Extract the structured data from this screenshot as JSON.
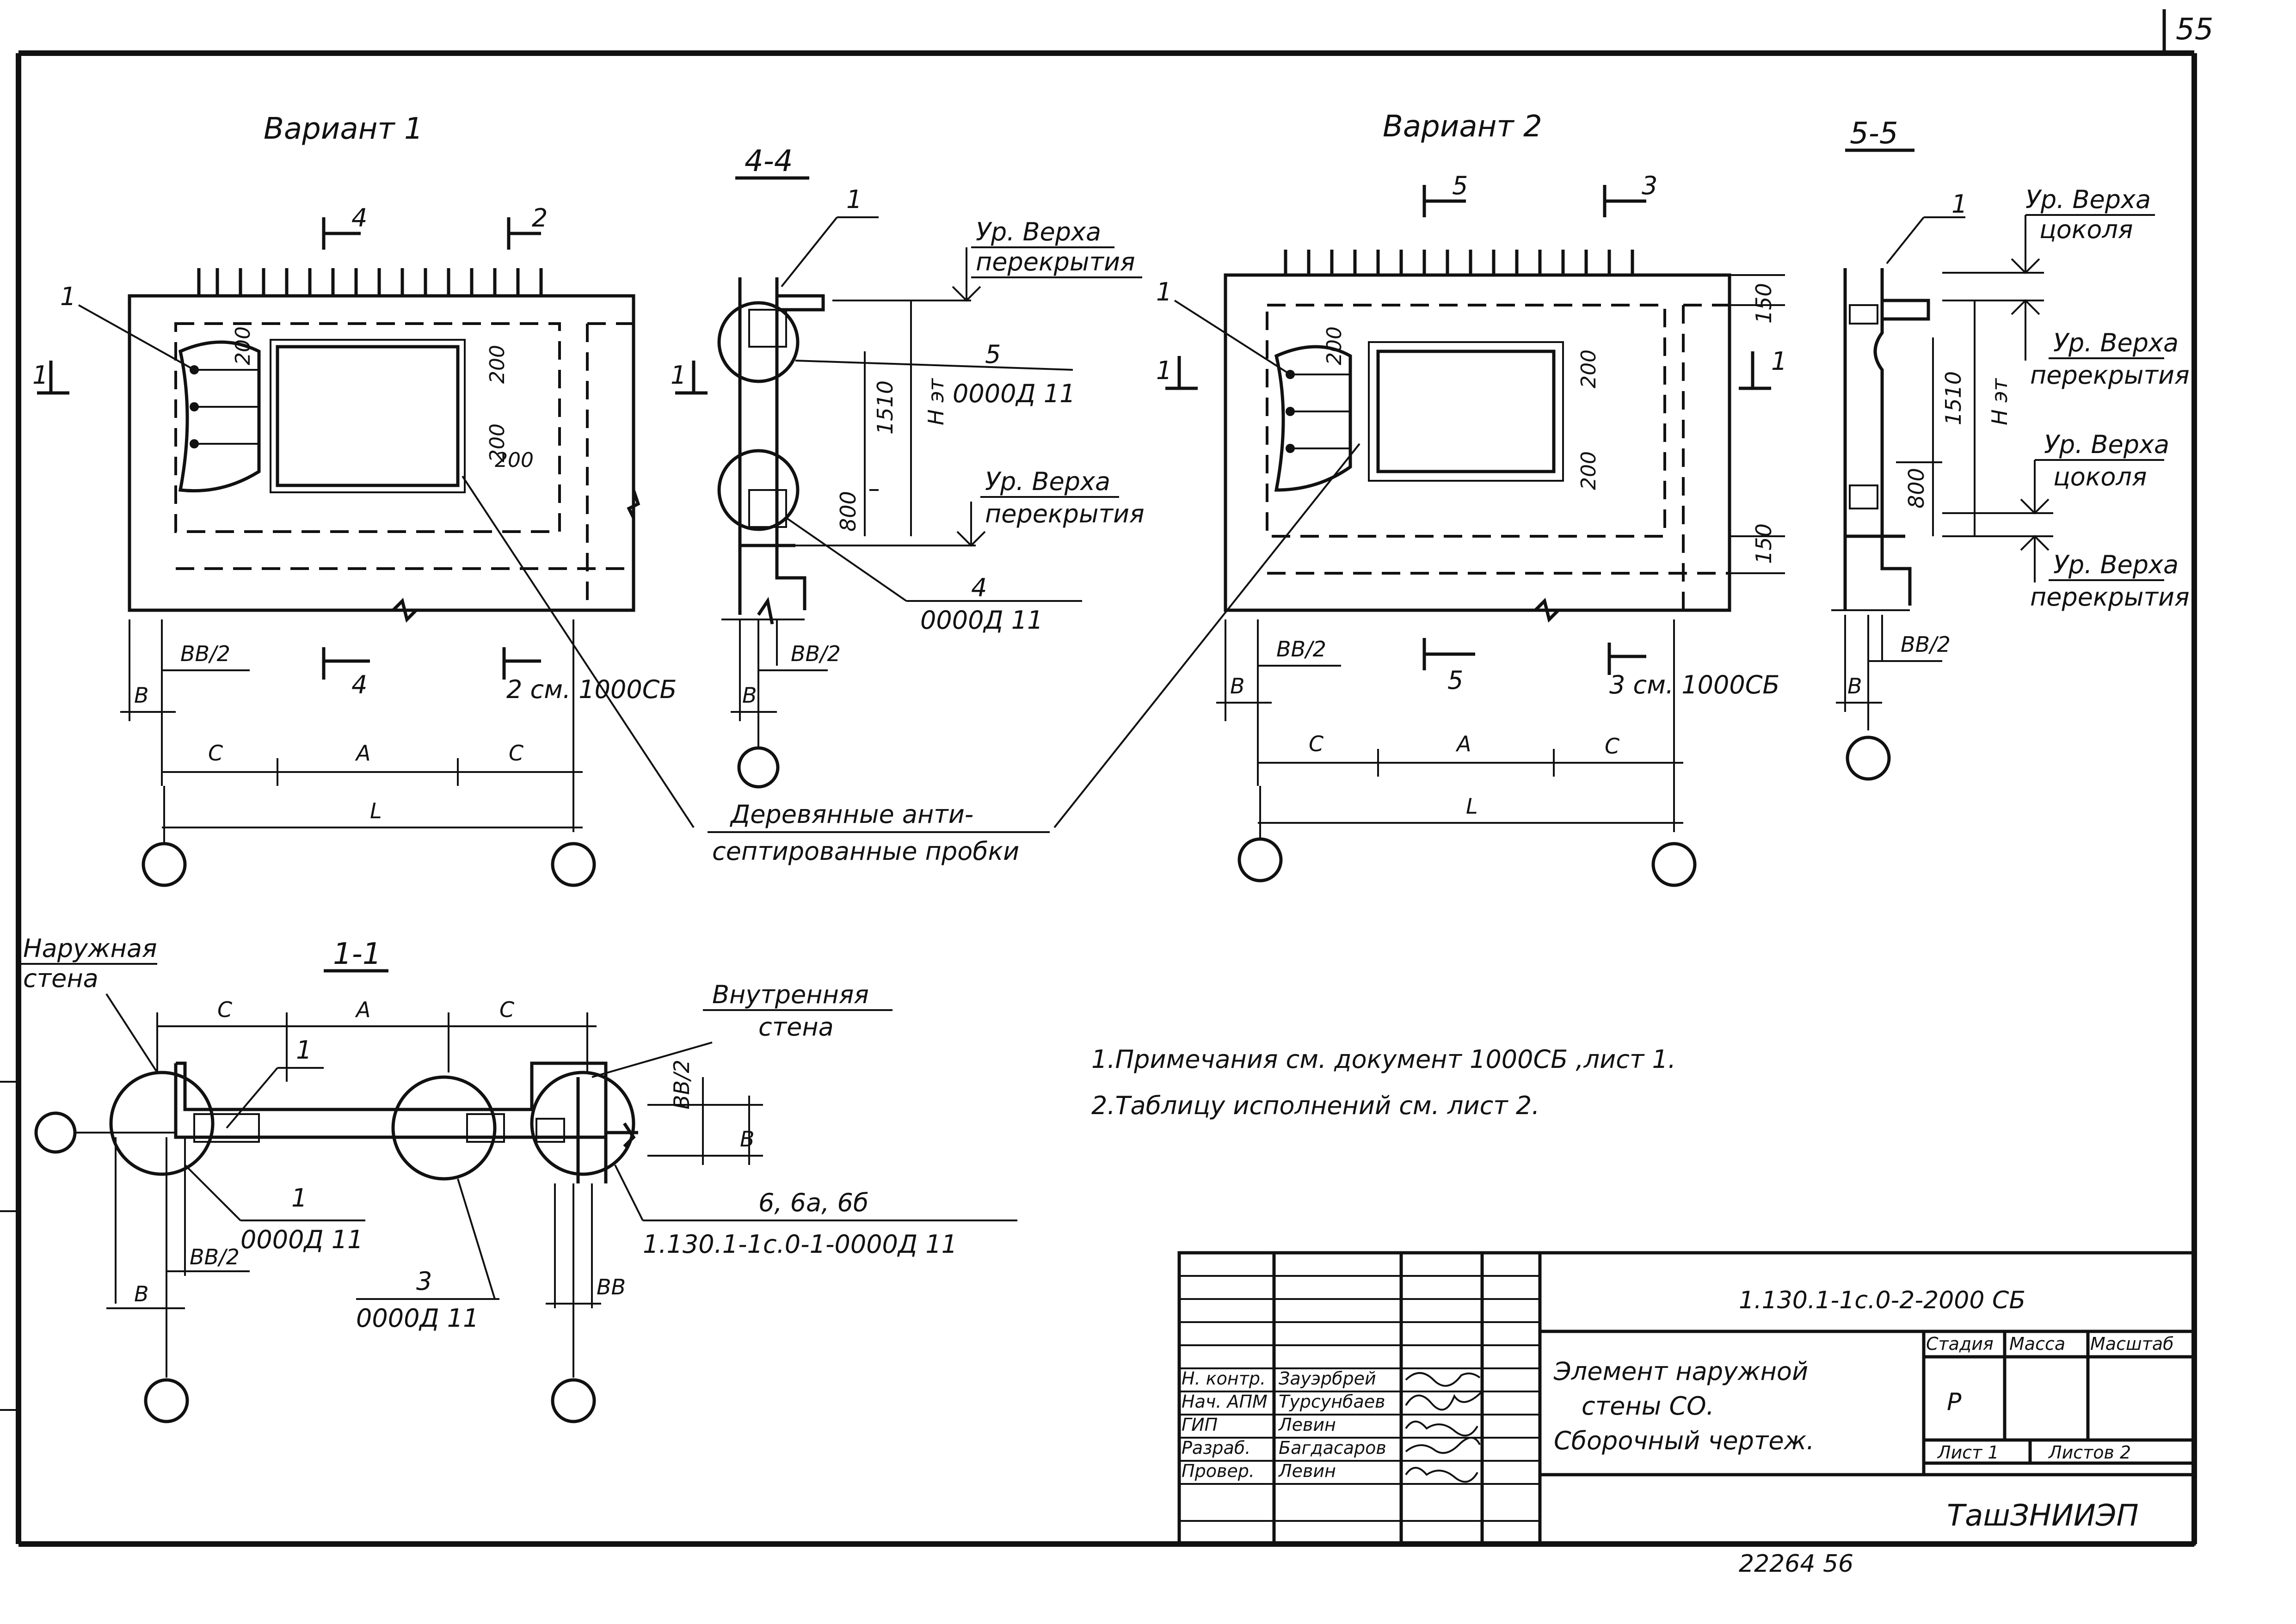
{
  "page_number": "55",
  "variant1": {
    "title": "Вариант 1",
    "section_mark_top_left": "4",
    "section_mark_top_right": "2",
    "section_mark_bottom_left": "4",
    "section_mark_bottom_right": "2 см. 1000СБ",
    "cut_left": "1",
    "cut_right": "1",
    "callout": "1",
    "dim_plug_1": "200",
    "dim_plug_2": "200",
    "dim_plug_3": "200",
    "dim_plug_4": "200",
    "dim_bb2": "ВВ/2",
    "dim_b": "В",
    "dim_c_left": "С",
    "dim_a": "А",
    "dim_c_right": "С",
    "dim_l": "L"
  },
  "section44": {
    "title": "4-4",
    "callout": "1",
    "level_top_1": "Ур. Верха",
    "level_top_2": "перекрытия",
    "detail5_num": "5",
    "detail5_ref": "0000Д 11",
    "dim_1510": "1510",
    "dim_het": "Н эт",
    "dim_800": "800",
    "level_bot_1": "Ур. Верха",
    "level_bot_2": "перекрытия",
    "detail4_num": "4",
    "detail4_ref": "0000Д 11",
    "dim_bb2": "ВВ/2",
    "dim_b": "В"
  },
  "plugs_note_1": "Деревянные анти-",
  "plugs_note_2": "септированные пробки",
  "variant2": {
    "title": "Вариант 2",
    "section_mark_top_left": "5",
    "section_mark_top_right": "3",
    "section_mark_bottom_left": "5",
    "section_mark_bottom_right": "3 см. 1000СБ",
    "cut_left": "1",
    "cut_right": "1",
    "callout": "1",
    "dim_150_top": "150",
    "dim_150_bot": "150",
    "dim_plug_1": "200",
    "dim_plug_2": "200",
    "dim_plug_3": "200",
    "dim_bb2": "ВВ/2",
    "dim_b": "В",
    "dim_c_left": "С",
    "dim_a": "А",
    "dim_c_right": "С",
    "dim_l": "L"
  },
  "section55": {
    "title": "5-5",
    "callout": "1",
    "lvl1_a": "Ур. Верха",
    "lvl1_b": "цоколя",
    "lvl2_a": "Ур. Верха",
    "lvl2_b": "перекрытия",
    "lvl3_a": "Ур. Верха",
    "lvl3_b": "цоколя",
    "lvl4_a": "Ур. Верха",
    "lvl4_b": "перекрытия",
    "dim_1510": "1510",
    "dim_het": "Н эт",
    "dim_800": "800",
    "dim_bb2": "ВВ/2",
    "dim_b": "В"
  },
  "section11": {
    "title": "1-1",
    "outer_wall_1": "Наружная",
    "outer_wall_2": "стена",
    "inner_wall_1": "Внутренняя",
    "inner_wall_2": "стена",
    "dim_c_left": "С",
    "dim_a": "А",
    "dim_c_right": "С",
    "callout": "1",
    "dim_bb2_right": "ВВ/2",
    "dim_b_right": "В",
    "detail1_num": "1",
    "detail1_ref": "0000Д 11",
    "detail3_num": "3",
    "detail3_ref": "0000Д 11",
    "detail6_num": "6, 6а, 6б",
    "detail6_ref": "1.130.1-1с.0-1-0000Д 11",
    "dim_bb2_left": "ВВ/2",
    "dim_b_left": "В",
    "dim_bb": "ВВ"
  },
  "notes": {
    "note1": "1.Примечания  см. документ  1000СБ ,лист 1.",
    "note2": "2.Таблицу  исполнений  см. лист  2."
  },
  "title_block": {
    "doc_code": "1.130.1-1с.0-2-2000 СБ",
    "name_1": "Элемент  наружной",
    "name_2": "стены  СО.",
    "name_3": "Сборочный  чертеж.",
    "stage_label": "Стадия",
    "mass_label": "Масса",
    "scale_label": "Масштаб",
    "stage_value": "Р",
    "sheet_label": "Лист 1",
    "sheets_label": "Листов 2",
    "org": "ТашЗНИИЭП",
    "roles": [
      {
        "role": "Н. контр.",
        "name": "Зауэрбрей"
      },
      {
        "role": "Нач. АПМ",
        "name": "Турсунбаев"
      },
      {
        "role": "ГИП",
        "name": "Левин"
      },
      {
        "role": "Разраб.",
        "name": "Багдасаров"
      },
      {
        "role": "Провер.",
        "name": "Левин"
      }
    ]
  },
  "bottom_stamp": "22264  56"
}
